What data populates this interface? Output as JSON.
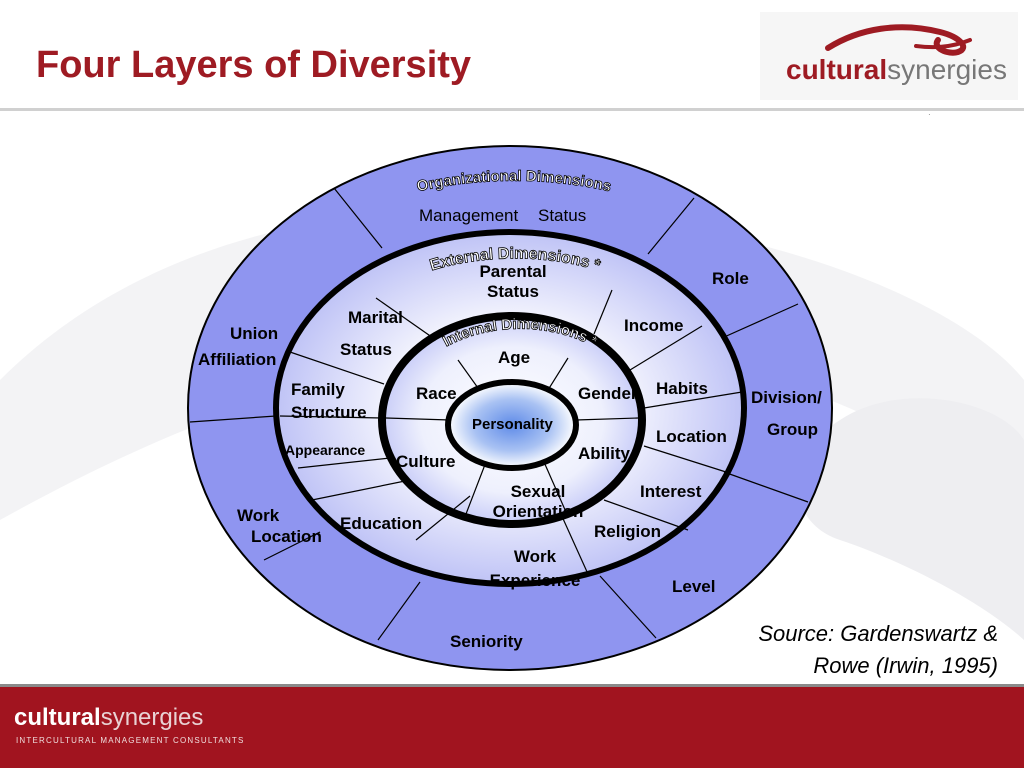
{
  "header": {
    "title": "Four Layers of Diversity",
    "logo_bold": "cultural",
    "logo_light": "synergies"
  },
  "colors": {
    "brand_red": "#9e1b23",
    "outer_ring": "#8f95f0",
    "inner_ring": "#d6d8fb",
    "core": "#5f8be8"
  },
  "diagram": {
    "ring_titles": {
      "organizational": "Organizational Dimensions",
      "external": "External Dimensions *",
      "internal": "Internal Dimensions *"
    },
    "core": "Personality",
    "internal_items": {
      "age": "Age",
      "race": "Race",
      "gender": "Gender",
      "ability": "Ability",
      "culture": "Culture",
      "sexual_orientation_1": "Sexual",
      "sexual_orientation_2": "Orientation"
    },
    "external_items": {
      "parental_1": "Parental",
      "parental_2": "Status",
      "marital_1": "Marital",
      "marital_2": "Status",
      "income": "Income",
      "family_1": "Family",
      "family_2": "Structure",
      "habits": "Habits",
      "appearance": "Appearance",
      "location": "Location",
      "education": "Education",
      "interest": "Interest",
      "religion": "Religion",
      "work_exp_1": "Work",
      "work_exp_2": "Experience"
    },
    "organizational_items": {
      "management": "Management",
      "status": "Status",
      "role": "Role",
      "union_1": "Union",
      "union_2": "Affiliation",
      "division_1": "Division/",
      "division_2": "Group",
      "work_location_1": "Work",
      "work_location_2": "Location",
      "level": "Level",
      "seniority": "Seniority"
    }
  },
  "source": {
    "line1": "Source: Gardenswartz &",
    "line2": "Rowe (Irwin, 1995)"
  },
  "footer": {
    "logo_bold": "cultural",
    "logo_light": "synergies",
    "tagline": "INTERCULTURAL MANAGEMENT CONSULTANTS"
  }
}
